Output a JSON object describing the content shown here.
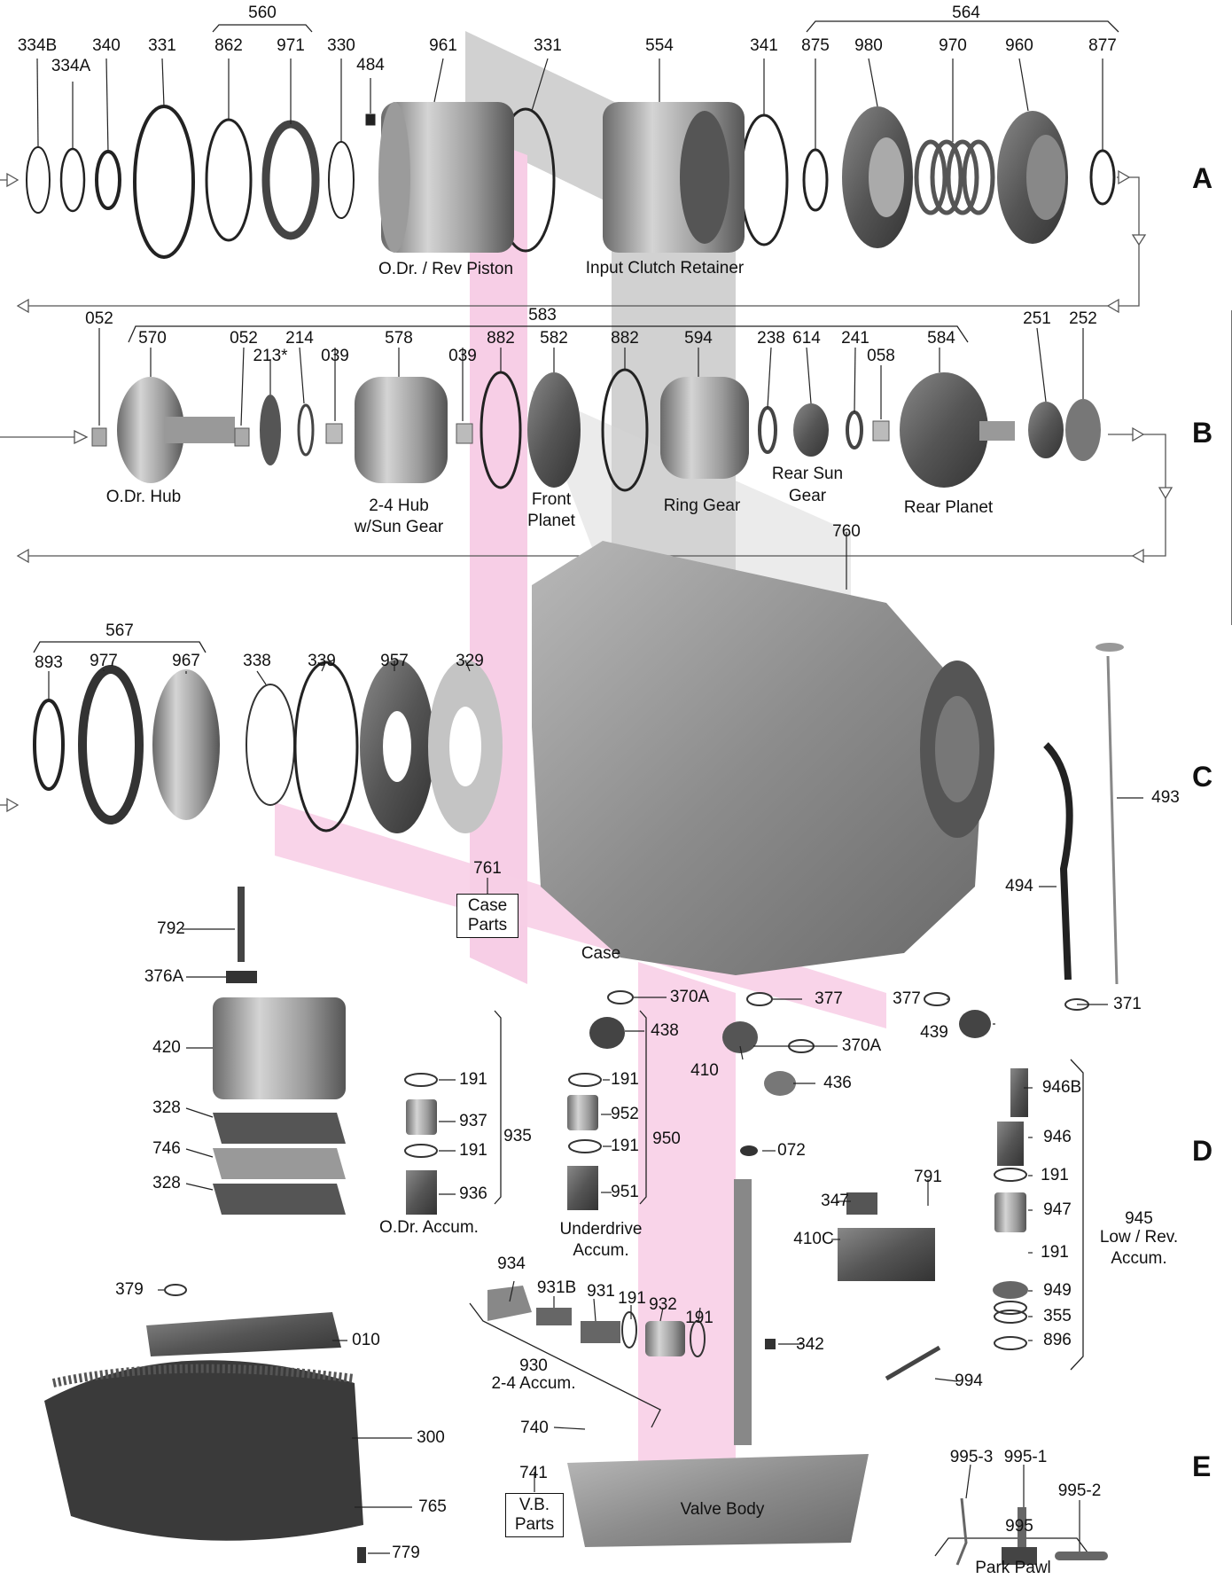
{
  "sections": [
    "A",
    "B",
    "C",
    "D",
    "E"
  ],
  "row_a": {
    "group_560": "560",
    "group_564": "564",
    "labels": [
      "334B",
      "334A",
      "340",
      "331",
      "862",
      "971",
      "330",
      "484",
      "961",
      "331",
      "554",
      "341",
      "875",
      "980",
      "970",
      "960",
      "877"
    ],
    "captions": [
      "O.Dr. / Rev Piston",
      "Input Clutch Retainer"
    ]
  },
  "row_b": {
    "group_583": "583",
    "labels": [
      "052",
      "570",
      "052",
      "213*",
      "214",
      "039",
      "578",
      "039",
      "882",
      "582",
      "882",
      "594",
      "238",
      "614",
      "241",
      "058",
      "584",
      "251",
      "252"
    ],
    "captions": [
      "O.Dr. Hub",
      "2-4 Hub",
      "w/Sun Gear",
      "Front",
      "Planet",
      "Ring Gear",
      "Rear Sun",
      "Gear",
      "Rear Planet"
    ]
  },
  "row_c": {
    "group_567": "567",
    "labels": [
      "893",
      "977",
      "967",
      "338",
      "339",
      "957",
      "329",
      "760",
      "493",
      "494"
    ],
    "case_parts": {
      "number": "761",
      "line1": "Case",
      "line2": "Parts"
    },
    "case_caption": "Case"
  },
  "row_d": {
    "labels": [
      "792",
      "376A",
      "420",
      "328",
      "746",
      "328",
      "370A",
      "438",
      "377",
      "377",
      "439",
      "410",
      "370A",
      "436",
      "371",
      "191",
      "937",
      "191",
      "936",
      "935",
      "191",
      "952",
      "191",
      "951",
      "950",
      "072",
      "347",
      "791",
      "410C",
      "946B",
      "946",
      "191",
      "947",
      "191",
      "949",
      "355",
      "896",
      "945"
    ],
    "captions": [
      "O.Dr. Accum.",
      "Underdrive",
      "Accum.",
      "Low / Rev.",
      "Accum."
    ]
  },
  "row_e": {
    "labels": [
      "379",
      "010",
      "300",
      "765",
      "779",
      "934",
      "931B",
      "931",
      "191",
      "932",
      "191",
      "930",
      "342",
      "994",
      "740",
      "995",
      "995-3",
      "995-1",
      "995-2"
    ],
    "captions": [
      "2-4 Accum.",
      "Valve Body",
      "Park Pawl"
    ],
    "vb_parts": {
      "number": "741",
      "line1": "V.B.",
      "line2": "Parts"
    }
  }
}
